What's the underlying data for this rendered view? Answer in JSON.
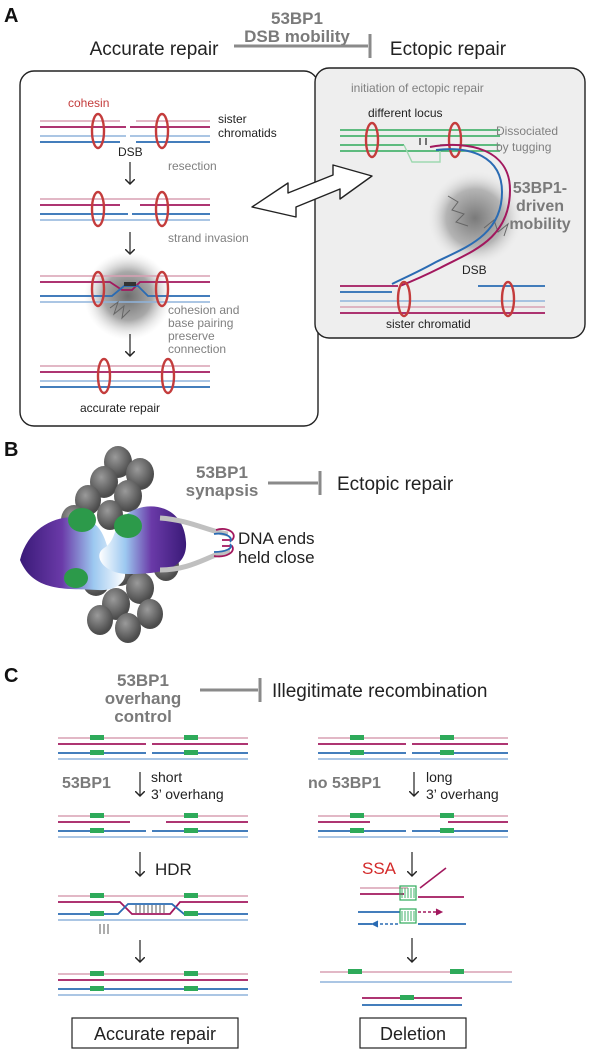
{
  "panel_a": {
    "letter": "A",
    "header_title": "53BP1",
    "header_subtitle": "DSB mobility",
    "left_outcome": "Accurate repair",
    "right_outcome": "Ectopic repair",
    "left_box": {
      "cohesin_label": "cohesin",
      "sister_label_1": "sister",
      "sister_label_2": "chromatids",
      "dsb_label": "DSB",
      "step_resection": "resection",
      "step_strand_invasion": "strand invasion",
      "cohesion_1": "cohesion and",
      "cohesion_2": "base pairing",
      "cohesion_3": "preserve",
      "cohesion_4": "connection",
      "final_label": "accurate repair"
    },
    "right_box": {
      "title": "initiation of ectopic repair",
      "different_locus": "different locus",
      "dissociated_1": "Dissociated",
      "dissociated_2": "by tugging",
      "mobility_1": "53BP1-",
      "mobility_2": "driven",
      "mobility_3": "mobility",
      "dsb_label": "DSB",
      "sister_label": "sister chromatid"
    }
  },
  "panel_b": {
    "letter": "B",
    "title_1": "53BP1",
    "title_2": "synapsis",
    "outcome": "Ectopic repair",
    "ends_1": "DNA ends",
    "ends_2": "held close"
  },
  "panel_c": {
    "letter": "C",
    "title_1": "53BP1",
    "title_2": "overhang",
    "title_3": "control",
    "outcome": "Illegitimate recombination",
    "left": {
      "protein": "53BP1",
      "overhang_1": "short",
      "overhang_2": "3’ overhang",
      "pathway": "HDR",
      "result": "Accurate repair"
    },
    "right": {
      "protein": "no 53BP1",
      "overhang_1": "long",
      "overhang_2": "3’ overhang",
      "pathway": "SSA",
      "result": "Deletion"
    }
  },
  "colors": {
    "pink": "#d9a0b4",
    "magenta": "#a2185e",
    "blue": "#2a6bb3",
    "light_blue": "#8fb4dc",
    "green": "#2eaa5a",
    "cohesin_red": "#c43c3c",
    "inhibition_grey": "#8a8a8a",
    "ssa_red": "#d42a2a"
  }
}
